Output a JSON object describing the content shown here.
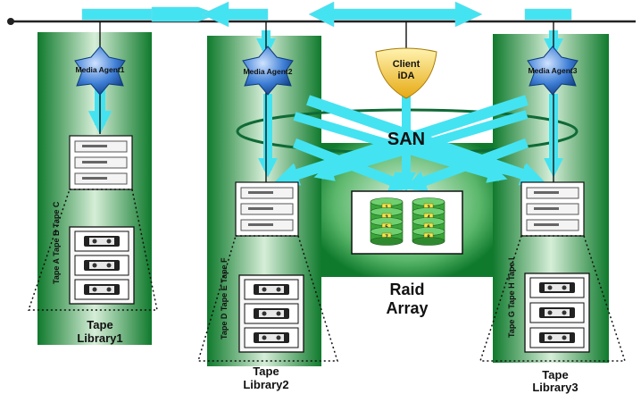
{
  "nodes": {
    "media_agent_1": "Media Agent1",
    "media_agent_2": "Media Agent2",
    "media_agent_3": "Media Agent3",
    "client": [
      "Client",
      "iDA"
    ],
    "san": "SAN"
  },
  "libraries": {
    "lib1": {
      "name": [
        "Tape",
        "Library1"
      ],
      "tapes": "Tape A Tape B Tape C"
    },
    "lib2": {
      "name": [
        "Tape",
        "Library2"
      ],
      "tapes": "Tape D Tape E Tape F"
    },
    "lib3": {
      "name": [
        "Tape",
        "Library3"
      ],
      "tapes": "Tape G Tape H Tape I"
    }
  },
  "raid": {
    "name": [
      "Raid",
      "Array"
    ],
    "disks_left": [
      "1",
      "3",
      "5",
      "7"
    ],
    "disks_right": [
      "2",
      "4",
      "6",
      "8"
    ]
  },
  "colors": {
    "arrow": "#44e3f2",
    "green_dark": "#0f7a2c",
    "green_light": "#d6eed8",
    "agent": "#3f7fd6",
    "client": "#f2c22c",
    "disk": "#3aa63a",
    "disk_label": "#f6e34a"
  }
}
